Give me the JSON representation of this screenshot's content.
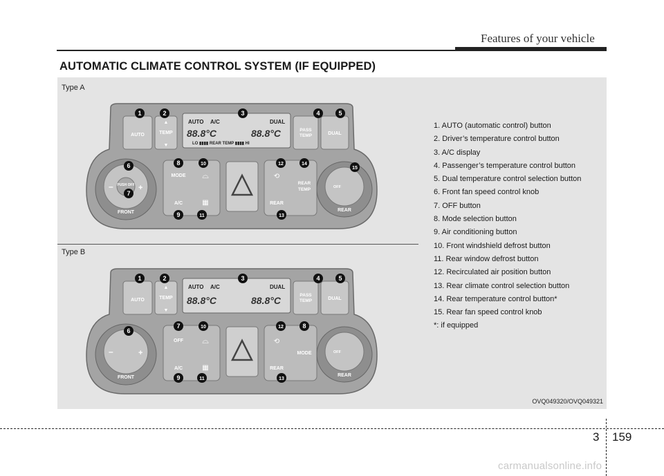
{
  "header": {
    "section": "Features of your vehicle"
  },
  "title": "AUTOMATIC CLIMATE CONTROL SYSTEM (IF EQUIPPED)",
  "figure": {
    "type_a": "Type A",
    "type_b": "Type B",
    "code": "OVQ049320/OVQ049321"
  },
  "panel_a": {
    "auto": "AUTO",
    "temp": "TEMP",
    "pass_temp_1": "PASS",
    "pass_temp_2": "TEMP",
    "dual": "DUAL",
    "display_auto": "AUTO",
    "display_ac": "A/C",
    "display_dual": "DUAL",
    "display_temp": "88.8°C",
    "display_rear": "LO ▮▮▮▮ REAR TEMP ▮▮▮▮ HI",
    "mode": "MODE",
    "ac": "A/C",
    "rear": "REAR",
    "rear_temp_1": "REAR",
    "rear_temp_2": "TEMP",
    "front": "FRONT",
    "push_off": "PUSH OFF",
    "off": "OFF",
    "rear_knob": "REAR",
    "callouts": [
      "1",
      "2",
      "3",
      "4",
      "5",
      "6",
      "7",
      "8",
      "10",
      "12",
      "14",
      "15",
      "9",
      "11",
      "13"
    ]
  },
  "panel_b": {
    "auto": "AUTO",
    "temp": "TEMP",
    "pass_temp_1": "PASS",
    "pass_temp_2": "TEMP",
    "dual": "DUAL",
    "display_auto": "AUTO",
    "display_ac": "A/C",
    "display_dual": "DUAL",
    "display_temp": "88.8°C",
    "off": "OFF",
    "ac": "A/C",
    "rear": "REAR",
    "mode": "MODE",
    "front": "FRONT",
    "knob_off": "OFF",
    "rear_knob": "REAR",
    "callouts": [
      "1",
      "2",
      "3",
      "4",
      "5",
      "6",
      "7",
      "10",
      "12",
      "8",
      "9",
      "11",
      "13"
    ]
  },
  "legend": [
    "1. AUTO (automatic control) button",
    "2. Driver’s temperature control button",
    "3. A/C display",
    "4. Passenger’s temperature control button",
    "5. Dual temperature control selection button",
    "6. Front fan speed control knob",
    "7. OFF button",
    "8. Mode selection button",
    "9. Air conditioning button",
    "10. Front windshield defrost button",
    "11. Rear window defrost button",
    "12. Recirculated air position button",
    "13. Rear climate control selection button",
    "14. Rear temperature control button*",
    "15. Rear fan speed control knob",
    "*: if equipped"
  ],
  "footer": {
    "chapter": "3",
    "page": "159",
    "watermark": "carmanualsonline.info"
  },
  "colors": {
    "panel_fill": "#a4a4a4",
    "button_fill": "#c8c8c8",
    "callout_fill": "#111111"
  }
}
